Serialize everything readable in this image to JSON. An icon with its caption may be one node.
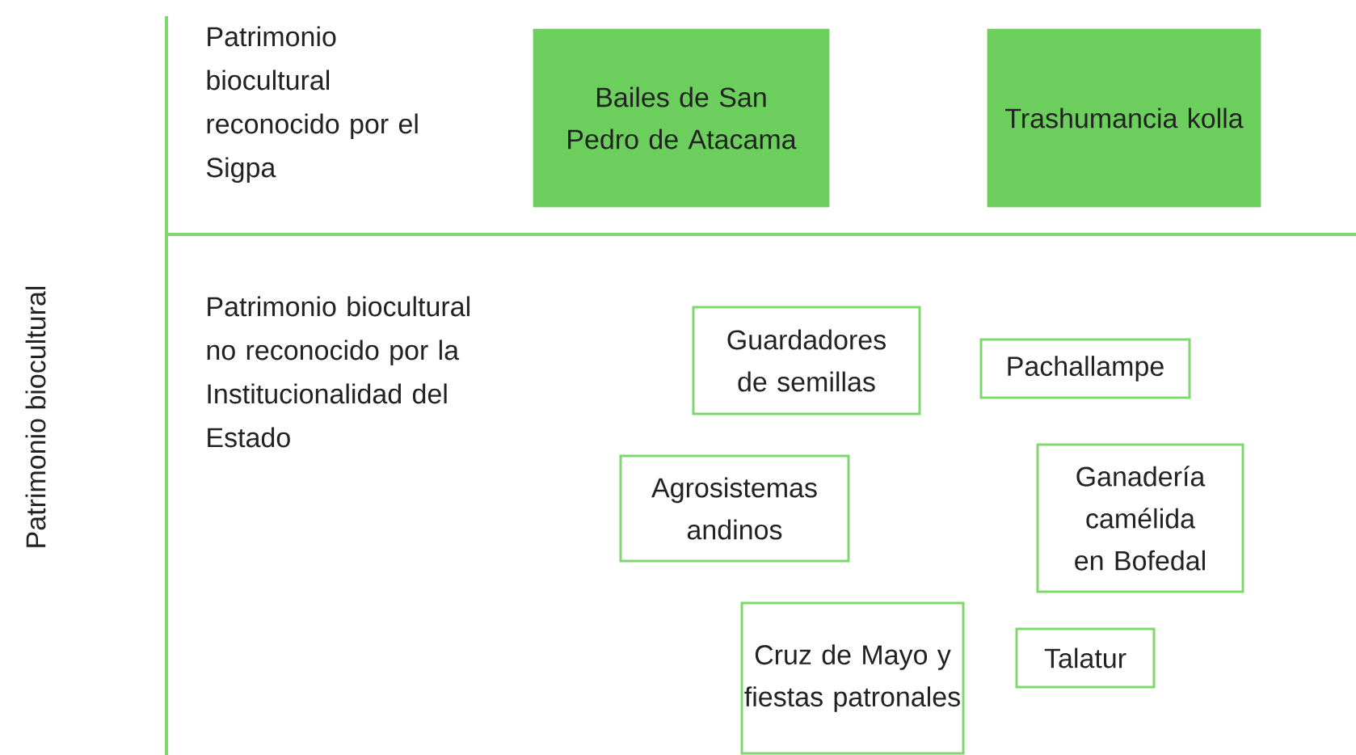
{
  "diagram": {
    "nodes": [
      {
        "text": [
          "Bailes de San Pedro de Atacama"
        ]
      },
      {
        "text": [
          "Trashumancia kolla"
        ]
      },
      {
        "text": [
          "Guardadores de semillas"
        ]
      },
      {
        "text": [
          "Pachallampe"
        ]
      },
      {
        "text": [
          "Agrosistemas andinos"
        ]
      },
      {
        "text": [
          "Ganadería camélida en Bofedal"
        ]
      },
      {
        "text": [
          "Cruz de Mayo y fiestas patronales"
        ]
      },
      {
        "text": [
          "Talatur"
        ]
      }
    ],
    "labels": [
      "Patrimonio biocultural",
      "Patrimonio biocultural reconocido por el Sigpa",
      "Patrimonio biocultural no reconocido por la Institucionalidad del Estado"
    ]
  }
}
